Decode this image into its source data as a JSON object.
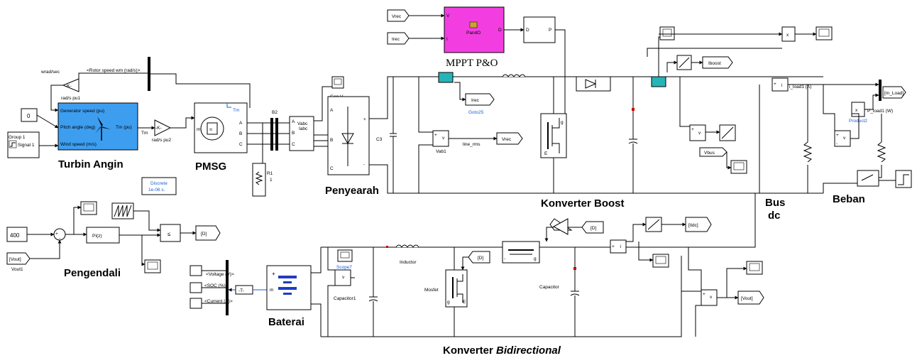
{
  "labels": {
    "mppt_title": "MPPT P&O",
    "turbin": "Turbin Angin",
    "pmsg": "PMSG",
    "penyearah": "Penyearah",
    "boost": "Konverter Boost",
    "beban": "Beban",
    "bus1": "Bus",
    "bus2": "dc",
    "pengendali": "Pengendali",
    "baterai": "Baterai",
    "bidir_prefix": "Konverter ",
    "bidir_italic": "Bidirectional"
  },
  "blocks": {
    "const0": "0",
    "const400": "400",
    "group1": "Group 1",
    "signal1": "Signal 1",
    "gen_speed": "Generator speed (pu)",
    "pitch": "Pitch angle (deg)",
    "wind": "Wind speed (m/s)",
    "tm_pu": "Tm (pu)",
    "tm": "Tm",
    "wrad": "wrad/sec",
    "gain_k": "-K-",
    "rad_s_pu1": "rad/s pu1",
    "rad_s_pu2": "rad/s pu2",
    "rotor_speed": "<Rotor speed wm (rad/s)>",
    "tm_pmsg": "Tm",
    "m": "m",
    "a": "A",
    "b": "B",
    "c": "C",
    "b2": "B2",
    "vabc": "Vabc",
    "iabc": "Iabc",
    "gen_scope": "Gen V",
    "c3": "C3",
    "r1": "R1",
    "r1b": "1",
    "vrec_in": "Vrec",
    "irec_in": "Irec",
    "pando": "PandO",
    "d": "D",
    "p": "P",
    "irec_goto": "Irec",
    "goto25": "Goto25",
    "vab1": "Vab1",
    "line_rms": "line_rms",
    "vrec_goto": "Vrec",
    "iboost": "Iboost",
    "vbus": "Vbus",
    "mult": "x",
    "i_load1": "i_load1 (A)",
    "p_load1": "P_load1 (W)",
    "product2": "Product2",
    "m_load": "[m_Load]",
    "discrete1": "Discrete",
    "discrete2": "1e-06 s.",
    "pi": "PI(z)",
    "le": "≤",
    "d_goto": "[D]",
    "vout_from": "[Vout]",
    "vout1": "Vout1",
    "voltage": "<Voltage (V)>",
    "soc": "<SOC (%)>",
    "current": "<Current (A)>",
    "t_block": "-T-",
    "scope7": "Scope7",
    "capacitor1": "Capacitor1",
    "inductor": "Inductor",
    "mosfet": "Mosfet",
    "capacitor": "Capacitor",
    "d_from": "[D]",
    "d_from2": "[D]",
    "ildc": "[Ildc]",
    "vout_goto": "[Vout]",
    "g": "g",
    "e": "E",
    "plus": "+",
    "minus": "-",
    "v": "v",
    "i": "i"
  },
  "colors": {
    "mppt": "#f23ee0",
    "turbine": "#3d9ef0",
    "sensor": "#27b4b8",
    "battery": "#1f3cc2",
    "link": "#1a5cd6"
  }
}
